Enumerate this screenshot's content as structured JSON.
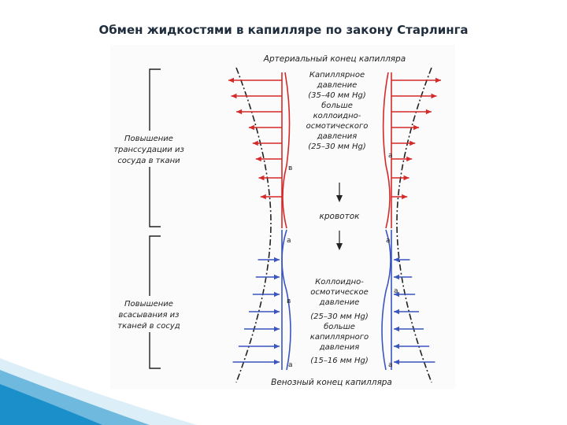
{
  "slide": {
    "title": "Обмен жидкостями в капилляре по закону Старлинга"
  },
  "diagram": {
    "top_label": "Артериальный конец капилляра",
    "bottom_label": "Венозный конец капилляра",
    "center_label": "кровоток",
    "upper_center_text": [
      "Капиллярное",
      "давление",
      "(35–40 мм Hg)",
      "больше",
      "коллоидно-",
      "осмотического",
      "давления",
      "(25–30 мм Hg)"
    ],
    "lower_center_text": [
      "Коллоидно-",
      "осмотическое",
      "давление",
      "(25–30 мм Hg)",
      "больше",
      "капиллярного",
      "давления",
      "(15–16 мм Hg)"
    ],
    "left_upper_text": [
      "Повышение",
      "транссудации из",
      "сосуда в ткани"
    ],
    "left_lower_text": [
      "Повышение",
      "всасывания из",
      "тканей в сосуд"
    ],
    "markers": {
      "a": "а",
      "b": "в"
    },
    "colors": {
      "arterial": "#d42a2a",
      "venous": "#3a55c0",
      "boundary": "#222222",
      "accent": "#1a8fc9"
    }
  }
}
